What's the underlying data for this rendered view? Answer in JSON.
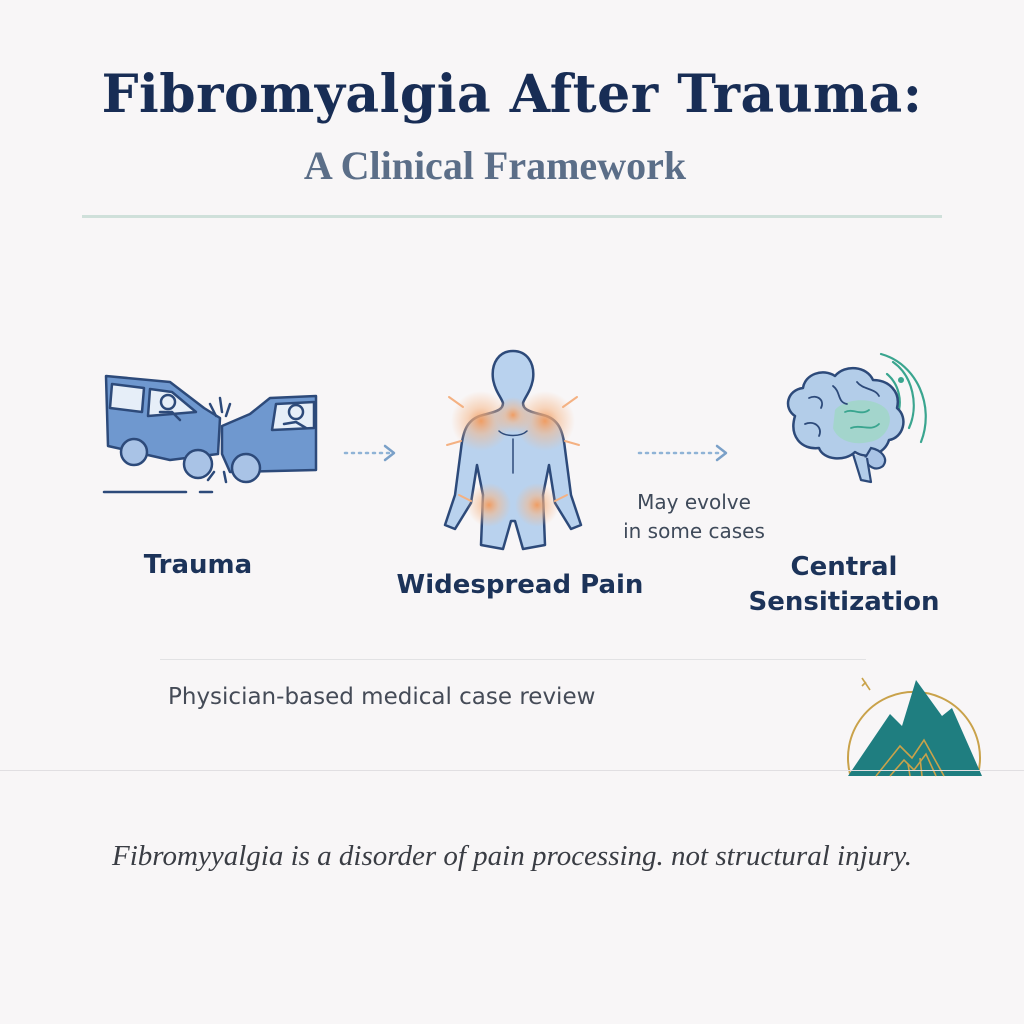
{
  "header": {
    "title": "Fibromyalgia After Trauma:",
    "subtitle": "A Clinical Framework"
  },
  "flow": {
    "steps": [
      {
        "label": "Trauma",
        "icon": "car-crash-icon"
      },
      {
        "label": "Widespread Pain",
        "icon": "human-body-pain-icon"
      },
      {
        "label_line1": "Central",
        "label_line2": "Sensitization",
        "icon": "brain-icon"
      }
    ],
    "transition_note_line1": "May evolve",
    "transition_note_line2": "in some cases"
  },
  "footer": {
    "review_text": "Physician-based medical case review",
    "quote": "Fibromyyalgia is a disorder of pain processing. not structural injury.",
    "logo_icon": "mountain-md-logo"
  },
  "colors": {
    "title": "#182d55",
    "subtitle": "#5b6e88",
    "icon_blue": "#6f98cf",
    "icon_outline": "#2d4a7a",
    "pain_glow": "#f29a5c",
    "brain_green": "#3aa58f",
    "logo_teal": "#1f7e80",
    "logo_gold": "#c9a24a"
  }
}
